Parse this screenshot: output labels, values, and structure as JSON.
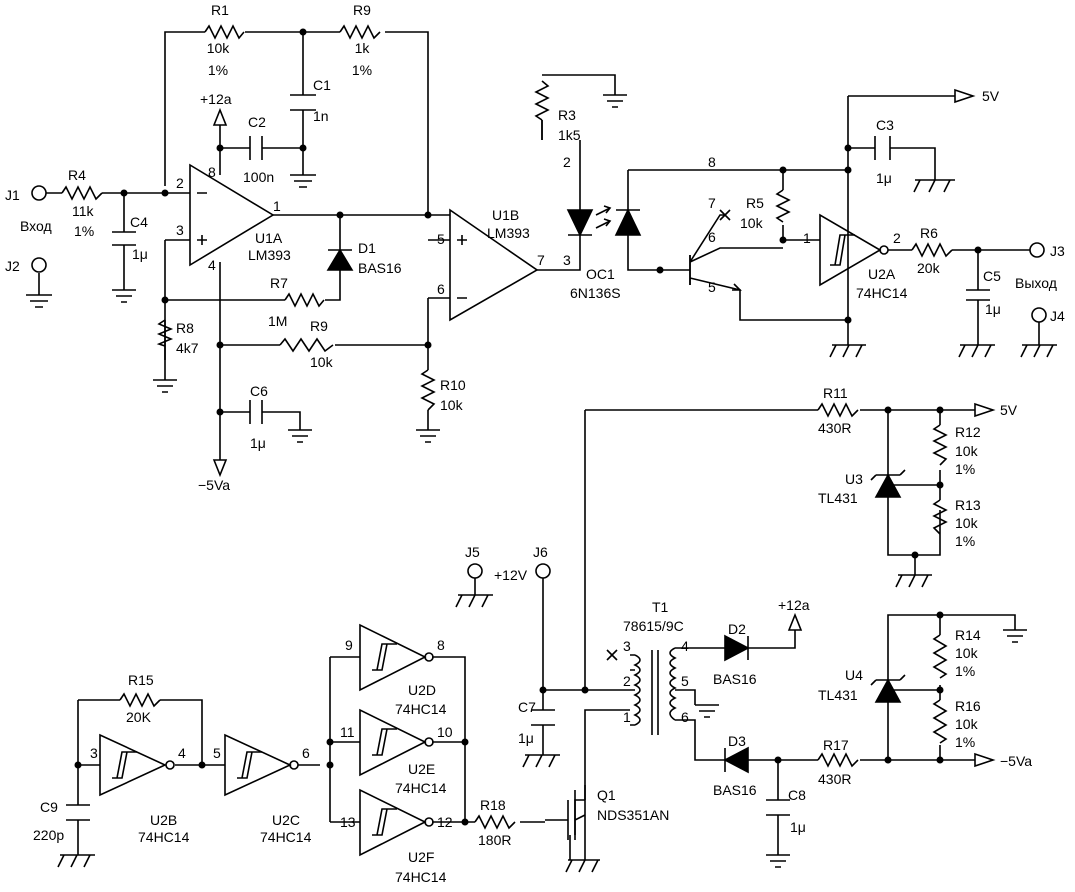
{
  "rails": {
    "v12a": "+12a",
    "v5va": "−5Va",
    "v5_top": "5V",
    "v5_mid": "5V",
    "v12a_t1": "+12a",
    "v5va_out": "−5Va"
  },
  "conn": {
    "j1": "J1",
    "j2": "J2",
    "j3": "J3",
    "j4": "J4",
    "j5": "J5",
    "j6": "J6",
    "in_label": "Вход",
    "out_label": "Выход",
    "j6_v": "+12V"
  },
  "parts": {
    "r1": [
      "R1",
      "10k",
      "1%"
    ],
    "r9a": [
      "R9",
      "1k",
      "1%"
    ],
    "c1": [
      "C1",
      "1n"
    ],
    "c2": [
      "C2",
      "100n"
    ],
    "r4": [
      "R4",
      "11k",
      "1%"
    ],
    "c4": [
      "C4",
      "1μ"
    ],
    "u1a": [
      "U1A",
      "LM393"
    ],
    "d1": [
      "D1",
      "BAS16"
    ],
    "r7": [
      "R7",
      "1M"
    ],
    "r8": [
      "R8",
      "4k7"
    ],
    "r9b": [
      "R9",
      "10k"
    ],
    "c6": [
      "C6",
      "1μ"
    ],
    "r10": [
      "R10",
      "10k"
    ],
    "u1b": [
      "U1B",
      "LM393"
    ],
    "r3": [
      "R3",
      "1k5"
    ],
    "oc1": [
      "OC1",
      "6N136S"
    ],
    "r5": [
      "R5",
      "10k"
    ],
    "c3": [
      "C3",
      "1μ"
    ],
    "u2a": [
      "U2A",
      "74HC14"
    ],
    "r6": [
      "R6",
      "20k"
    ],
    "c5": [
      "C5",
      "1μ"
    ],
    "r11": [
      "R11",
      "430R"
    ],
    "r12": [
      "R12",
      "10k",
      "1%"
    ],
    "r13": [
      "R13",
      "10k",
      "1%"
    ],
    "u3": [
      "U3",
      "TL431"
    ],
    "t1": [
      "T1",
      "78615/9C"
    ],
    "d2": [
      "D2",
      "BAS16"
    ],
    "d3": [
      "D3",
      "BAS16"
    ],
    "r17": [
      "R17",
      "430R"
    ],
    "c8": [
      "C8",
      "1μ"
    ],
    "u4": [
      "U4",
      "TL431"
    ],
    "r14": [
      "R14",
      "10k",
      "1%"
    ],
    "r16": [
      "R16",
      "10k",
      "1%"
    ],
    "c7": [
      "C7",
      "1μ"
    ],
    "q1": [
      "Q1",
      "NDS351AN"
    ],
    "r18": [
      "R18",
      "180R"
    ],
    "r15": [
      "R15",
      "20K"
    ],
    "c9": [
      "C9",
      "220p"
    ],
    "u2b": [
      "U2B",
      "74HC14"
    ],
    "u2c": [
      "U2C",
      "74HC14"
    ],
    "u2d": [
      "U2D",
      "74HC14"
    ],
    "u2e": [
      "U2E",
      "74HC14"
    ],
    "u2f": [
      "U2F",
      "74HC14"
    ]
  },
  "pins": {
    "u1a_2": "2",
    "u1a_3": "3",
    "u1a_8": "8",
    "u1a_4": "4",
    "u1a_1": "1",
    "u1b_5": "5",
    "u1b_6": "6",
    "u1b_7": "7",
    "oc_2": "2",
    "oc_3": "3",
    "oc_8": "8",
    "oc_7": "7",
    "oc_6": "6",
    "oc_5": "5",
    "u2a_1": "1",
    "u2a_2": "2",
    "t_3": "3",
    "t_2": "2",
    "t_1": "1",
    "t_4": "4",
    "t_5": "5",
    "t_6": "6",
    "u2b_3": "3",
    "u2b_4": "4",
    "u2c_5": "5",
    "u2c_6": "6",
    "u2d_9": "9",
    "u2d_8": "8",
    "u2e_11": "11",
    "u2e_10": "10",
    "u2f_13": "13",
    "u2f_12": "12"
  }
}
